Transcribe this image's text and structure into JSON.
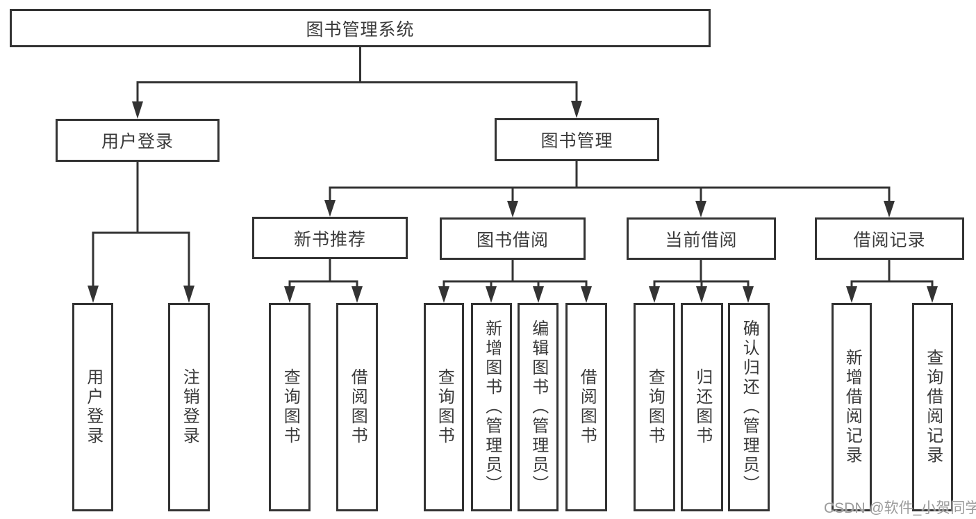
{
  "diagram": {
    "type": "tree",
    "root_label": "图书管理系统",
    "structure": {
      "图书管理系统": {
        "用户登录": [
          "用户登录",
          "注销登录"
        ],
        "图书管理": {
          "新书推荐": [
            "查询图书",
            "借阅图书"
          ],
          "图书借阅": [
            "查询图书",
            "新增图书（管理员）",
            "编辑图书（管理员）",
            "借阅图书"
          ],
          "当前借阅": [
            "查询图书",
            "归还图书",
            "确认归还（管理员）"
          ],
          "借阅记录": [
            "新增借阅记录",
            "查询借阅记录"
          ]
        }
      }
    }
  },
  "nodes": {
    "root": {
      "label": "图书管理系统"
    },
    "user_login": {
      "label": "用户登录"
    },
    "book_mgmt": {
      "label": "图书管理"
    },
    "user_login_leaf": {
      "label": "用户登录"
    },
    "logout_leaf": {
      "label": "注销登录"
    },
    "new_book_rec": {
      "label": "新书推荐"
    },
    "book_borrow": {
      "label": "图书借阅"
    },
    "current_borrow": {
      "label": "当前借阅"
    },
    "borrow_record": {
      "label": "借阅记录"
    },
    "rec_query_book": {
      "label": "查询图书"
    },
    "rec_borrow_book": {
      "label": "借阅图书"
    },
    "bb_query_book": {
      "label": "查询图书"
    },
    "bb_add_book": {
      "label": "新增图书（管理员）"
    },
    "bb_edit_book": {
      "label": "编辑图书（管理员）"
    },
    "bb_borrow_book": {
      "label": "借阅图书"
    },
    "cb_query_book": {
      "label": "查询图书"
    },
    "cb_return_book": {
      "label": "归还图书"
    },
    "cb_confirm_return": {
      "label": "确认归还（管理员）"
    },
    "br_add_record": {
      "label": "新增借阅记录"
    },
    "br_query_record": {
      "label": "查询借阅记录"
    }
  },
  "watermark": {
    "text": "CSDN @软件_小贺同学"
  },
  "colors": {
    "line": "#333333",
    "box_border": "#333333",
    "box_fill": "#ffffff",
    "text": "#3a3a3a",
    "watermark": "#9b9b9b",
    "background": "#ffffff"
  }
}
